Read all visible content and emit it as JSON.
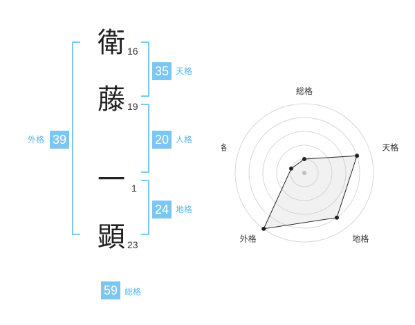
{
  "name": {
    "chars": [
      {
        "char": "衛",
        "strokes": "16"
      },
      {
        "char": "藤",
        "strokes": "19"
      },
      {
        "char": "一",
        "strokes": "1"
      },
      {
        "char": "顕",
        "strokes": "23"
      }
    ]
  },
  "scores": {
    "tenkaku": {
      "value": "35",
      "label": "天格"
    },
    "jinkaku": {
      "value": "20",
      "label": "人格"
    },
    "chikaku": {
      "value": "24",
      "label": "地格"
    },
    "gaikaku": {
      "value": "39",
      "label": "外格"
    },
    "soukaku": {
      "value": "59",
      "label": "総格"
    }
  },
  "colors": {
    "accent": "#7cc7f2",
    "accent_text": "#5ab8ee"
  },
  "chart_data": {
    "type": "radar",
    "axes": [
      "総格",
      "天格",
      "地格",
      "外格",
      "人格"
    ],
    "rings": 5,
    "max": 5,
    "values": [
      1,
      4,
      4,
      5,
      1
    ]
  }
}
